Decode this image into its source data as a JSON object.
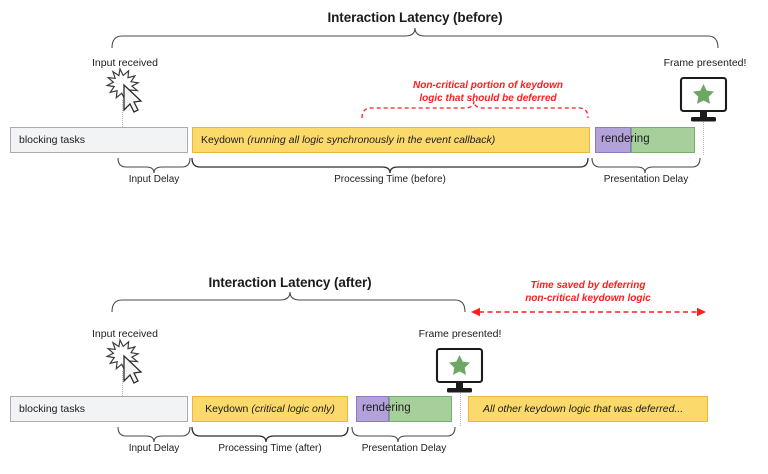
{
  "figure": {
    "background_color": "#ffffff",
    "accent_red": "#ff1d1d",
    "keydown_color": "#fbd96b",
    "rendering_purple": "#b3a2da",
    "rendering_green": "#a7cf9c",
    "blocking_color": "#f1f3f4"
  },
  "before": {
    "title": "Interaction Latency (before)",
    "input_marker_label": "Input received",
    "frame_marker_label": "Frame presented!",
    "annotation": {
      "line1": "Non-critical portion of keydown",
      "line2": "logic that should be deferred"
    },
    "blocks": {
      "blocking_tasks": "blocking tasks",
      "keydown_lead": "Keydown",
      "keydown_detail": "(running all logic synchronously in the event callback)",
      "rendering": "rendering"
    },
    "braces": {
      "input_delay": "Input Delay",
      "processing_time": "Processing Time (before)",
      "presentation_delay": "Presentation Delay"
    },
    "icons": {
      "input": "click-burst-cursor-icon",
      "frame": "monitor-star-icon"
    }
  },
  "after": {
    "title": "Interaction Latency (after)",
    "input_marker_label": "Input received",
    "frame_marker_label": "Frame presented!",
    "annotation": {
      "line1": "Time saved by deferring",
      "line2": "non-critical keydown logic"
    },
    "blocks": {
      "blocking_tasks": "blocking tasks",
      "keydown_lead": "Keydown",
      "keydown_detail": "(critical logic only)",
      "rendering": "rendering",
      "deferred": "All other keydown logic that was deferred..."
    },
    "braces": {
      "input_delay": "Input Delay",
      "processing_time": "Processing Time (after)",
      "presentation_delay": "Presentation Delay"
    },
    "icons": {
      "input": "click-burst-cursor-icon",
      "frame": "monitor-star-icon"
    }
  }
}
